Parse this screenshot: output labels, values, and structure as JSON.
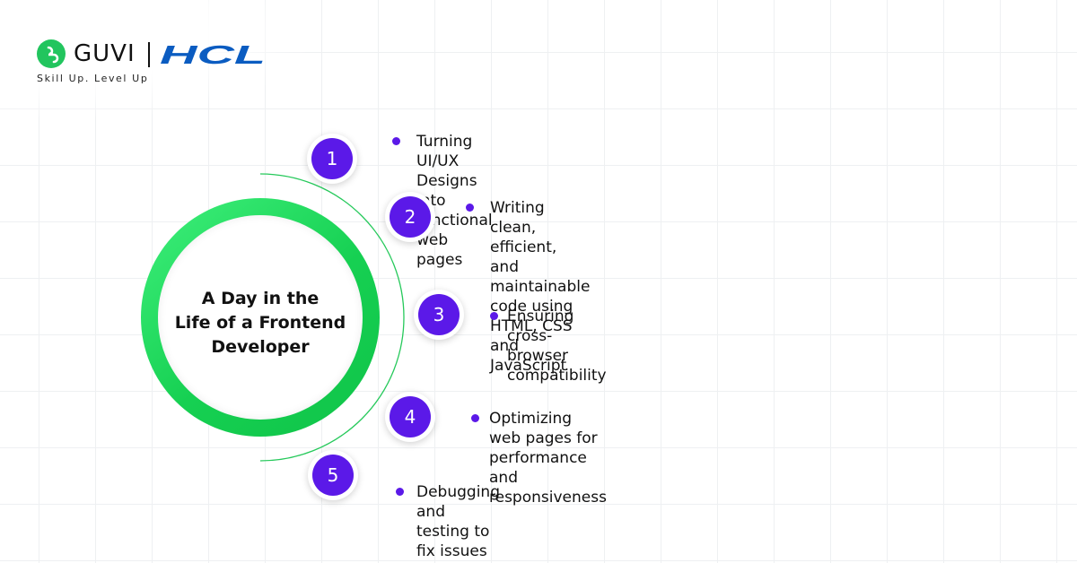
{
  "brand": {
    "guvi_name": "GUVI",
    "hcl_name": "HCL",
    "tagline": "Skill Up. Level Up",
    "colors": {
      "guvi_green": "#22c55e",
      "hcl_blue": "#0b5cc1"
    }
  },
  "diagram": {
    "title_lines": [
      "A Day in the",
      "Life of a Frontend",
      "Developer"
    ],
    "colors": {
      "ring": "#16d052",
      "badge": "#5b19e8",
      "bullet": "#5b19e8"
    },
    "steps": [
      {
        "number": "1",
        "lines": [
          "Turning UI/UX Designs into functional web pages"
        ]
      },
      {
        "number": "2",
        "lines": [
          "Writing clean, efficient, and maintainable code using",
          "HTML, CSS and JavaScript"
        ]
      },
      {
        "number": "3",
        "lines": [
          "Ensuring cross-browser compatibility"
        ]
      },
      {
        "number": "4",
        "lines": [
          "Optimizing web pages for performance and",
          "responsiveness"
        ]
      },
      {
        "number": "5",
        "lines": [
          "Debugging and testing to fix issues"
        ]
      }
    ]
  }
}
